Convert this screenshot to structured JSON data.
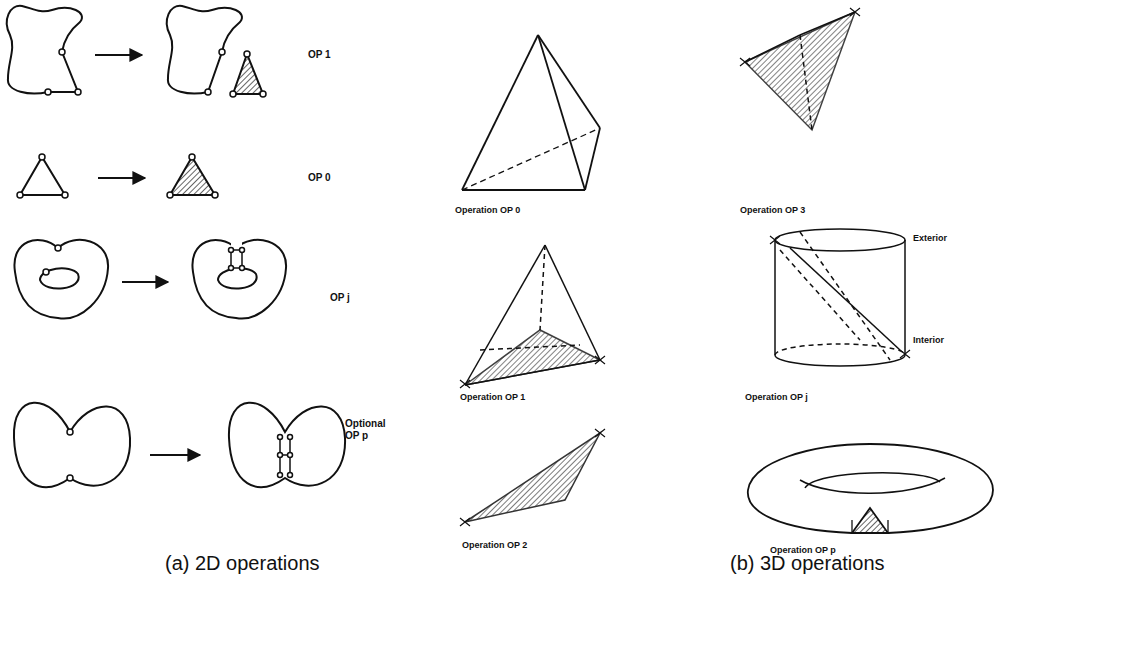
{
  "diagram": {
    "labels": [
      "OP 1",
      "Operation OP 0",
      "Operation OP 3",
      "OP 0",
      "Operation OP 1",
      "Exterior",
      "OP j",
      "Interior",
      "Operation OP j",
      "Optional OP p",
      "Operation OP 2",
      "Operation OP p",
      "(a) 2D operations",
      "(b) 3D operations"
    ]
  }
}
